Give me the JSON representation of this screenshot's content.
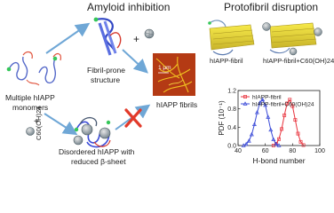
{
  "left": {
    "title": "Amyloid inhibition",
    "monomers_label": [
      "Multiple hIAPP",
      "monomers"
    ],
    "fibril_prone_label": [
      "Fibril-prone",
      "structure"
    ],
    "fibrils_label": "hIAPP fibrils",
    "scale_label": "1 μm",
    "plus": "+",
    "c60_label": "C60(OH)24",
    "disordered_label": [
      "Disordered hIAPP with",
      "reduced β-sheet"
    ]
  },
  "right": {
    "title": "Protofibril disruption",
    "fibril_label": "hIAPP-fibril",
    "fibril_c60_label": "hIAPP-fibril+C60(OH)24"
  },
  "chart_data": {
    "type": "line",
    "xlabel": "H-bond number",
    "ylabel": "PDF (10⁻¹)",
    "xlim": [
      40,
      100
    ],
    "ylim": [
      0,
      1.2
    ],
    "xticks": [
      40,
      60,
      80,
      100
    ],
    "yticks": [
      0.0,
      0.4,
      0.8,
      1.2
    ],
    "series": [
      {
        "name": "hIAPP-fibril",
        "color": "#e8323c",
        "marker": "square",
        "x": [
          66,
          68,
          70,
          72,
          74,
          76,
          78,
          80,
          82,
          84,
          86,
          88
        ],
        "y": [
          0.0,
          0.04,
          0.14,
          0.36,
          0.66,
          0.92,
          1.0,
          0.86,
          0.56,
          0.26,
          0.08,
          0.01
        ]
      },
      {
        "name": "hIAPP-fibril+C60(OH)24",
        "color": "#3b4bd8",
        "marker": "triangle",
        "x": [
          44,
          46,
          48,
          50,
          52,
          54,
          56,
          58,
          60,
          62,
          64,
          66,
          68,
          70
        ],
        "y": [
          0.0,
          0.03,
          0.1,
          0.24,
          0.46,
          0.72,
          0.93,
          1.0,
          0.88,
          0.62,
          0.34,
          0.13,
          0.03,
          0.0
        ]
      }
    ]
  }
}
